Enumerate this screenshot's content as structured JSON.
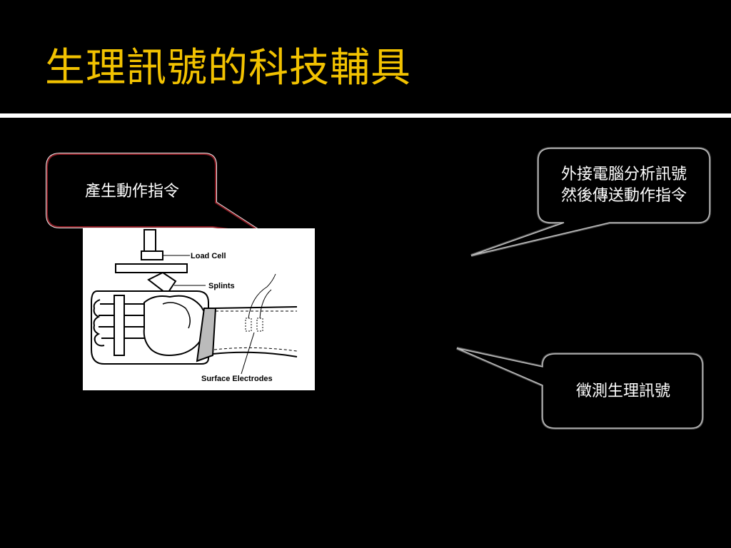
{
  "slide": {
    "title": "生理訊號的科技輔具"
  },
  "callouts": {
    "command": "產生動作指令",
    "computer_line1": "外接電腦分析訊號",
    "computer_line2": "然後傳送動作指令",
    "measure": "徵測生理訊號"
  },
  "figure": {
    "load_cell": "Load Cell",
    "splints": "Splints",
    "surface_electrodes": "Surface Electrodes"
  },
  "colors": {
    "title": "#f2c200",
    "background": "#000000",
    "callout_red_border": "#8a1c24",
    "callout_gray_border": "#8a8a8a"
  }
}
